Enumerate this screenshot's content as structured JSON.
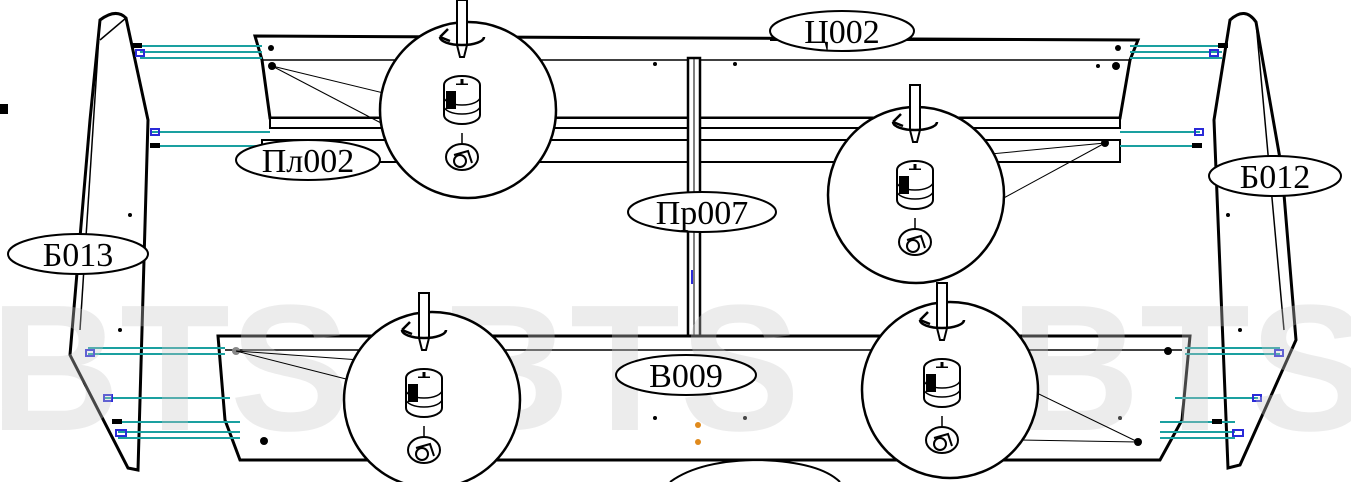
{
  "labels": {
    "top_panel": "Ц002",
    "shelf": "Пл002",
    "divider": "Пр007",
    "right_side": "Б012",
    "left_side": "Б013",
    "front_panel": "В009"
  },
  "watermark": "BTS",
  "icons": [
    "screwdriver-icon",
    "cam-lock-icon",
    "cam-dowel-icon"
  ],
  "colors": {
    "line": "#000000",
    "dowel": "#1aa0a0",
    "cam": "#2a2ad8",
    "accent_dot": "#e08a1c",
    "watermark": "#c8c8c8"
  }
}
